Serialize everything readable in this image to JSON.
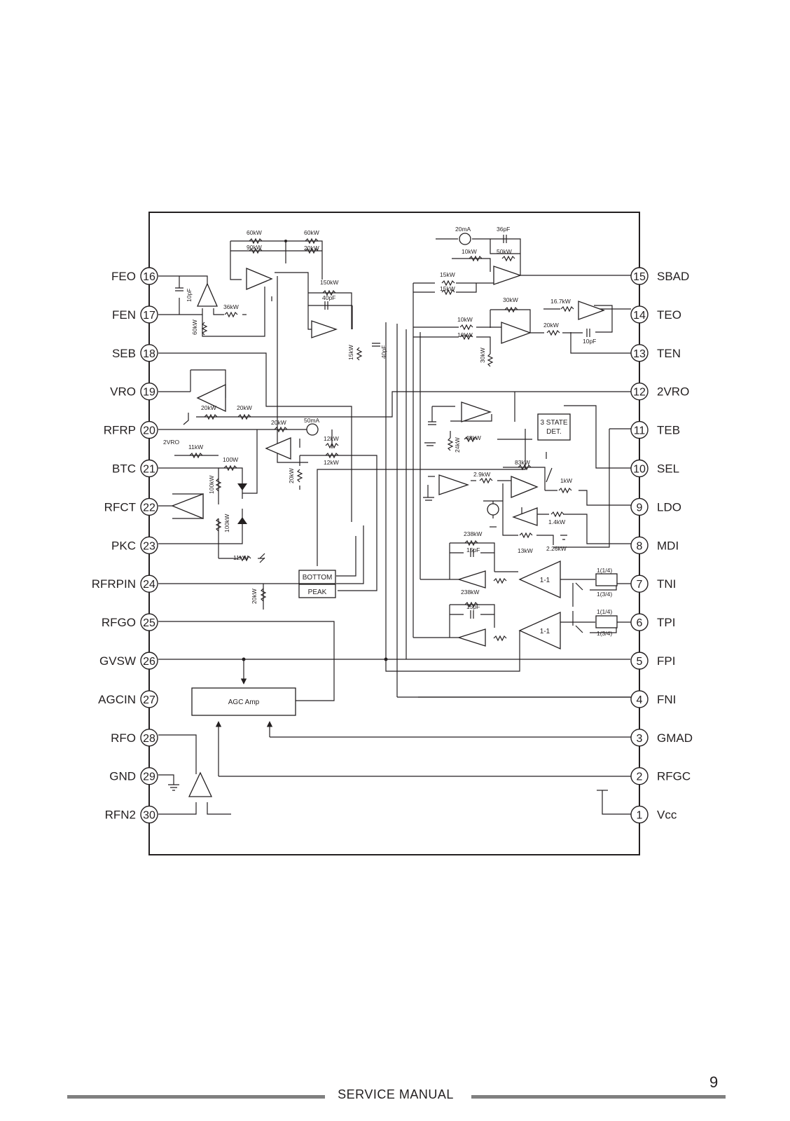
{
  "pins_left": [
    {
      "num": "16",
      "name": "FEO"
    },
    {
      "num": "17",
      "name": "FEN"
    },
    {
      "num": "18",
      "name": "SEB"
    },
    {
      "num": "19",
      "name": "VRO"
    },
    {
      "num": "20",
      "name": "RFRP"
    },
    {
      "num": "21",
      "name": "BTC"
    },
    {
      "num": "22",
      "name": "RFCT"
    },
    {
      "num": "23",
      "name": "PKC"
    },
    {
      "num": "24",
      "name": "RFRPIN"
    },
    {
      "num": "25",
      "name": "RFGO"
    },
    {
      "num": "26",
      "name": "GVSW"
    },
    {
      "num": "27",
      "name": "AGCIN"
    },
    {
      "num": "28",
      "name": "RFO"
    },
    {
      "num": "29",
      "name": "GND"
    },
    {
      "num": "30",
      "name": "RFN2"
    }
  ],
  "pins_right": [
    {
      "num": "15",
      "name": "SBAD"
    },
    {
      "num": "14",
      "name": "TEO"
    },
    {
      "num": "13",
      "name": "TEN"
    },
    {
      "num": "12",
      "name": "2VRO"
    },
    {
      "num": "11",
      "name": "TEB"
    },
    {
      "num": "10",
      "name": "SEL"
    },
    {
      "num": "9",
      "name": "LDO"
    },
    {
      "num": "8",
      "name": "MDI"
    },
    {
      "num": "7",
      "name": "TNI"
    },
    {
      "num": "6",
      "name": "TPI"
    },
    {
      "num": "5",
      "name": "FPI"
    },
    {
      "num": "4",
      "name": "FNI"
    },
    {
      "num": "3",
      "name": "GMAD"
    },
    {
      "num": "2",
      "name": "RFGC"
    },
    {
      "num": "1",
      "name": "Vcc"
    }
  ],
  "blocks": {
    "agc_amp": "AGC Amp",
    "bottom": "BOTTOM",
    "peak": "PEAK",
    "state_det_line1": "3 STATE",
    "state_det_line2": "DET.",
    "buffer_1": "1-1",
    "buffer_2": "1-1",
    "vref_label": "2VRO"
  },
  "components": {
    "r_60k_a": "60kW",
    "r_60k_b": "60kW",
    "r_90k": "90kW",
    "r_20k_a": "20kW",
    "r_150k": "150kW",
    "c_40p_a": "40pF",
    "c_10p_a": "10pF",
    "r_36k": "36kW",
    "r_60k_c": "60kW",
    "r_15k_a": "15kW",
    "c_40p_b": "40pF",
    "i_20ma": "20mA",
    "c_36p": "36pF",
    "r_10k_a": "10kW",
    "r_50k": "50kW",
    "r_15k_b": "15kW",
    "r_15k_c": "15kW",
    "r_30k_a": "30kW",
    "r_16_7k": "16.7kW",
    "r_10k_b": "10kW",
    "r_10k_c": "10kW",
    "r_20k_b": "20kW",
    "c_10p_b": "10pF",
    "r_30k_b": "30kW",
    "r_20k_c": "20kW",
    "r_20k_d": "20kW",
    "r_20k_e": "20kW",
    "i_50ma": "50mA",
    "r_12k_a": "12kW",
    "r_12k_b": "12kW",
    "r_11k_a": "11kW",
    "r_100_a": "100W",
    "r_100k_a": "100kW",
    "r_100k_b": "100kW",
    "r_20k_f": "20kW",
    "r_11k_b": "11kW",
    "r_20k_g": "20kW",
    "r_48k": "48kW",
    "r_24k": "24kW",
    "r_83k": "83kW",
    "r_2_9k": "2.9kW",
    "r_1k": "1kW",
    "r_1_4k": "1.4kW",
    "r_13k": "13kW",
    "r_2_26k": "2.26kW",
    "r_238k_a": "238kW",
    "c_15p_a": "15pF",
    "r_238k_b": "238kW",
    "c_15p_b": "15pF",
    "frac_1_4_a": "1(1/4)",
    "frac_3_4_a": "1(3/4)",
    "frac_1_4_b": "1(1/4)",
    "frac_3_4_b": "1(3/4)"
  },
  "footer": {
    "title": "SERVICE MANUAL",
    "page": "9"
  }
}
